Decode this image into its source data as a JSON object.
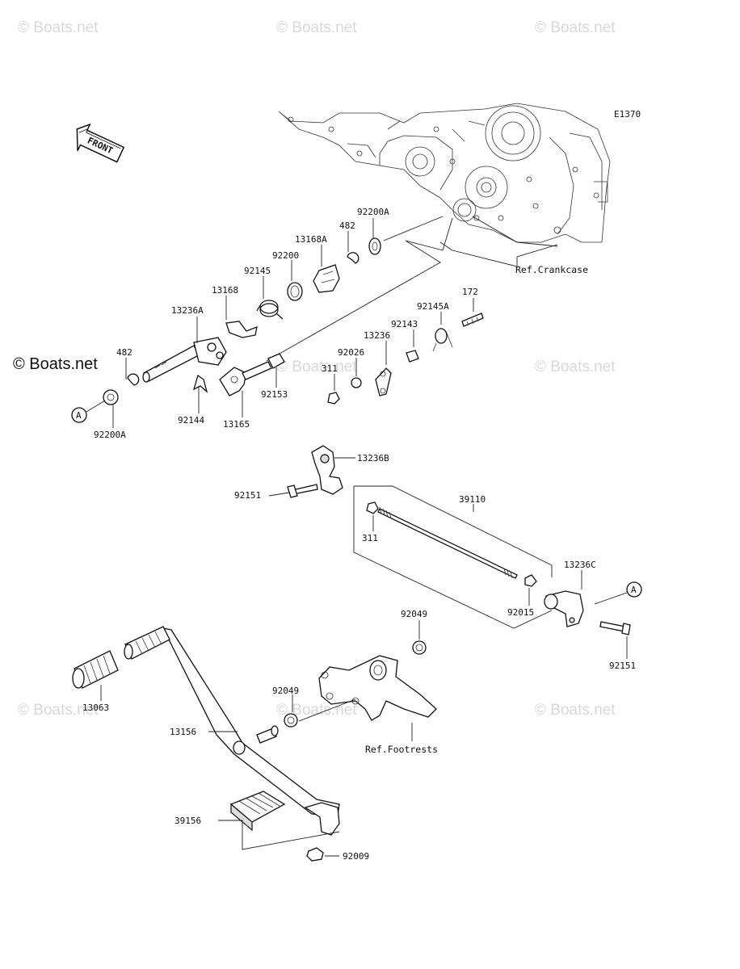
{
  "diagram": {
    "code": "E1370",
    "front_label": "FRONT",
    "ref_crankcase": "Ref.Crankcase",
    "ref_footrests": "Ref.Footrests",
    "callout_a": "A"
  },
  "watermarks": [
    "Boats.net",
    "Boats.net",
    "Boats.net",
    "Boats.net",
    "Boats.net",
    "Boats.net",
    "Boats.net",
    "Boats.net",
    "Boats.net"
  ],
  "parts": {
    "p92200A_top": "92200A",
    "p482_top": "482",
    "p13168A": "13168A",
    "p92200": "92200",
    "p92145": "92145",
    "p13168": "13168",
    "p13236A": "13236A",
    "p482_left": "482",
    "p92200A_bottom": "92200A",
    "p92144": "92144",
    "p13165": "13165",
    "p92153": "92153",
    "p311_top": "311",
    "p92026": "92026",
    "p13236": "13236",
    "p92143": "92143",
    "p92145A": "92145A",
    "p172": "172",
    "p13236B": "13236B",
    "p92151_left": "92151",
    "p39110": "39110",
    "p311_mid": "311",
    "p92015": "92015",
    "p13236C": "13236C",
    "p92151_right": "92151",
    "p92049_top": "92049",
    "p92049_left": "92049",
    "p13063": "13063",
    "p13156": "13156",
    "p39156": "39156",
    "p92009": "92009"
  }
}
